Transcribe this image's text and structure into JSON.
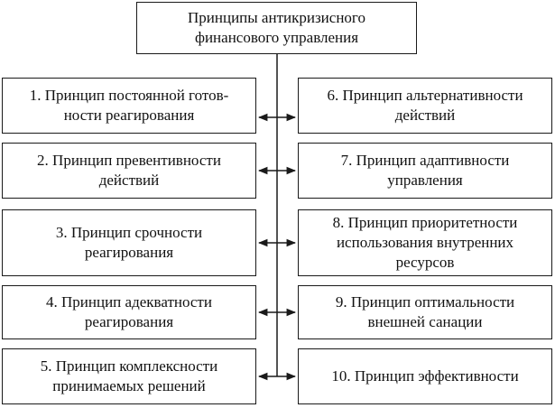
{
  "top": {
    "lines": [
      "Принципы антикризисного",
      "финансового управления"
    ]
  },
  "left": [
    {
      "lines": [
        "1. Принцип постоянной готов-",
        "ности реагирования"
      ]
    },
    {
      "lines": [
        "2. Принцип превентивности",
        "действий"
      ]
    },
    {
      "lines": [
        "3. Принцип срочности",
        "реагирования"
      ]
    },
    {
      "lines": [
        "4. Принцип адекватности",
        "реагирования"
      ]
    },
    {
      "lines": [
        "5. Принцип комплексности",
        "принимаемых решений"
      ]
    }
  ],
  "right": [
    {
      "lines": [
        "6. Принцип альтернативности",
        "действий"
      ]
    },
    {
      "lines": [
        "7. Принцип адаптивности",
        "управления"
      ]
    },
    {
      "lines": [
        "8. Принцип приоритетности",
        "использования внутренних",
        "ресурсов"
      ]
    },
    {
      "lines": [
        "9. Принцип оптимальности",
        "внешней санации"
      ]
    },
    {
      "lines": [
        "10. Принцип эффективности"
      ]
    }
  ]
}
